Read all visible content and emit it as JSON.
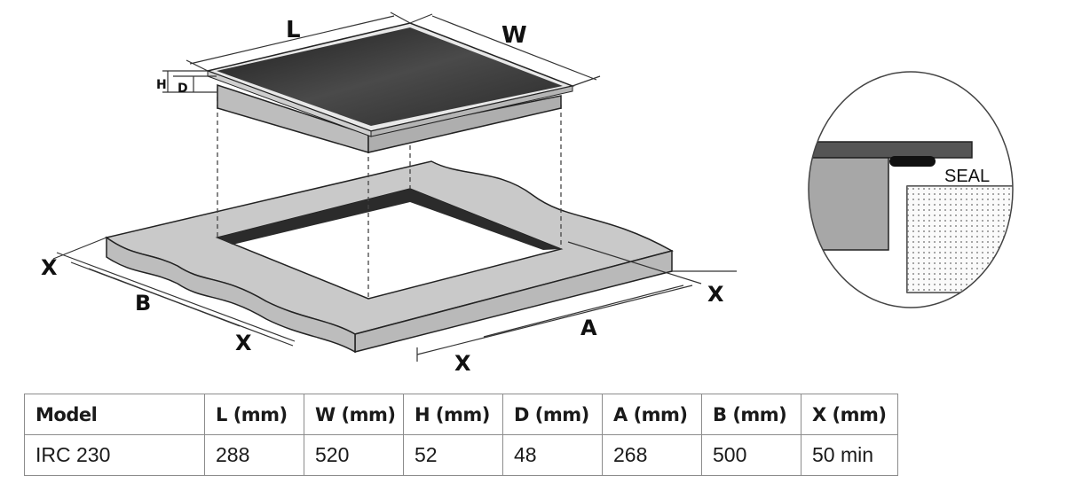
{
  "diagram": {
    "labels": {
      "L": "L",
      "W": "W",
      "H": "H",
      "D": "D",
      "B": "B",
      "A": "A",
      "X": "X",
      "seal": "SEAL"
    }
  },
  "table": {
    "headers": [
      "Model",
      "L (mm)",
      "W (mm)",
      "H (mm)",
      "D (mm)",
      "A (mm)",
      "B (mm)",
      "X (mm)"
    ],
    "rows": [
      [
        "IRC 230",
        "288",
        "520",
        "52",
        "48",
        "268",
        "500",
        "50 min"
      ]
    ]
  },
  "colors": {
    "glass_top": "#3a3a3a",
    "countertop": "#c8c8c8",
    "cutout_edge": "#2a2a2a",
    "outline": "#222222"
  }
}
